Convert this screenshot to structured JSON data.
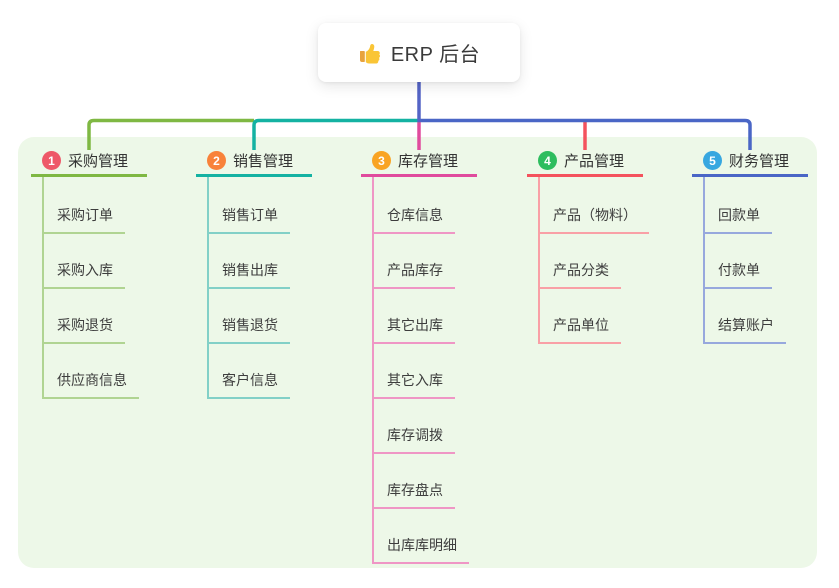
{
  "root": {
    "title": "ERP 后台",
    "icon": "thumbs-up-icon",
    "connector_color": "#5464c6",
    "card_bg": "#ffffff"
  },
  "panel": {
    "bg": "#edf8e8"
  },
  "branches": [
    {
      "num": "1",
      "label": "采购管理",
      "badge_color": "#ee5868",
      "line_color": "#7fb843",
      "child_line_color": "#b0d492",
      "children": [
        "采购订单",
        "采购入库",
        "采购退货",
        "供应商信息"
      ]
    },
    {
      "num": "2",
      "label": "销售管理",
      "badge_color": "#f8823a",
      "line_color": "#14b2a2",
      "child_line_color": "#82d0c7",
      "children": [
        "销售订单",
        "销售出库",
        "销售退货",
        "客户信息"
      ]
    },
    {
      "num": "3",
      "label": "库存管理",
      "badge_color": "#f9a423",
      "line_color": "#e04b9d",
      "child_line_color": "#ef96c5",
      "children": [
        "仓库信息",
        "产品库存",
        "其它出库",
        "其它入库",
        "库存调拨",
        "库存盘点",
        "出库库明细"
      ]
    },
    {
      "num": "4",
      "label": "产品管理",
      "badge_color": "#2ebd5f",
      "line_color": "#f4525d",
      "child_line_color": "#f9a0a6",
      "children": [
        "产品（物料）",
        "产品分类",
        "产品单位"
      ]
    },
    {
      "num": "5",
      "label": "财务管理",
      "badge_color": "#37a7e0",
      "line_color": "#4a66c6",
      "child_line_color": "#97a8dd",
      "children": [
        "回款单",
        "付款单",
        "结算账户"
      ]
    }
  ]
}
